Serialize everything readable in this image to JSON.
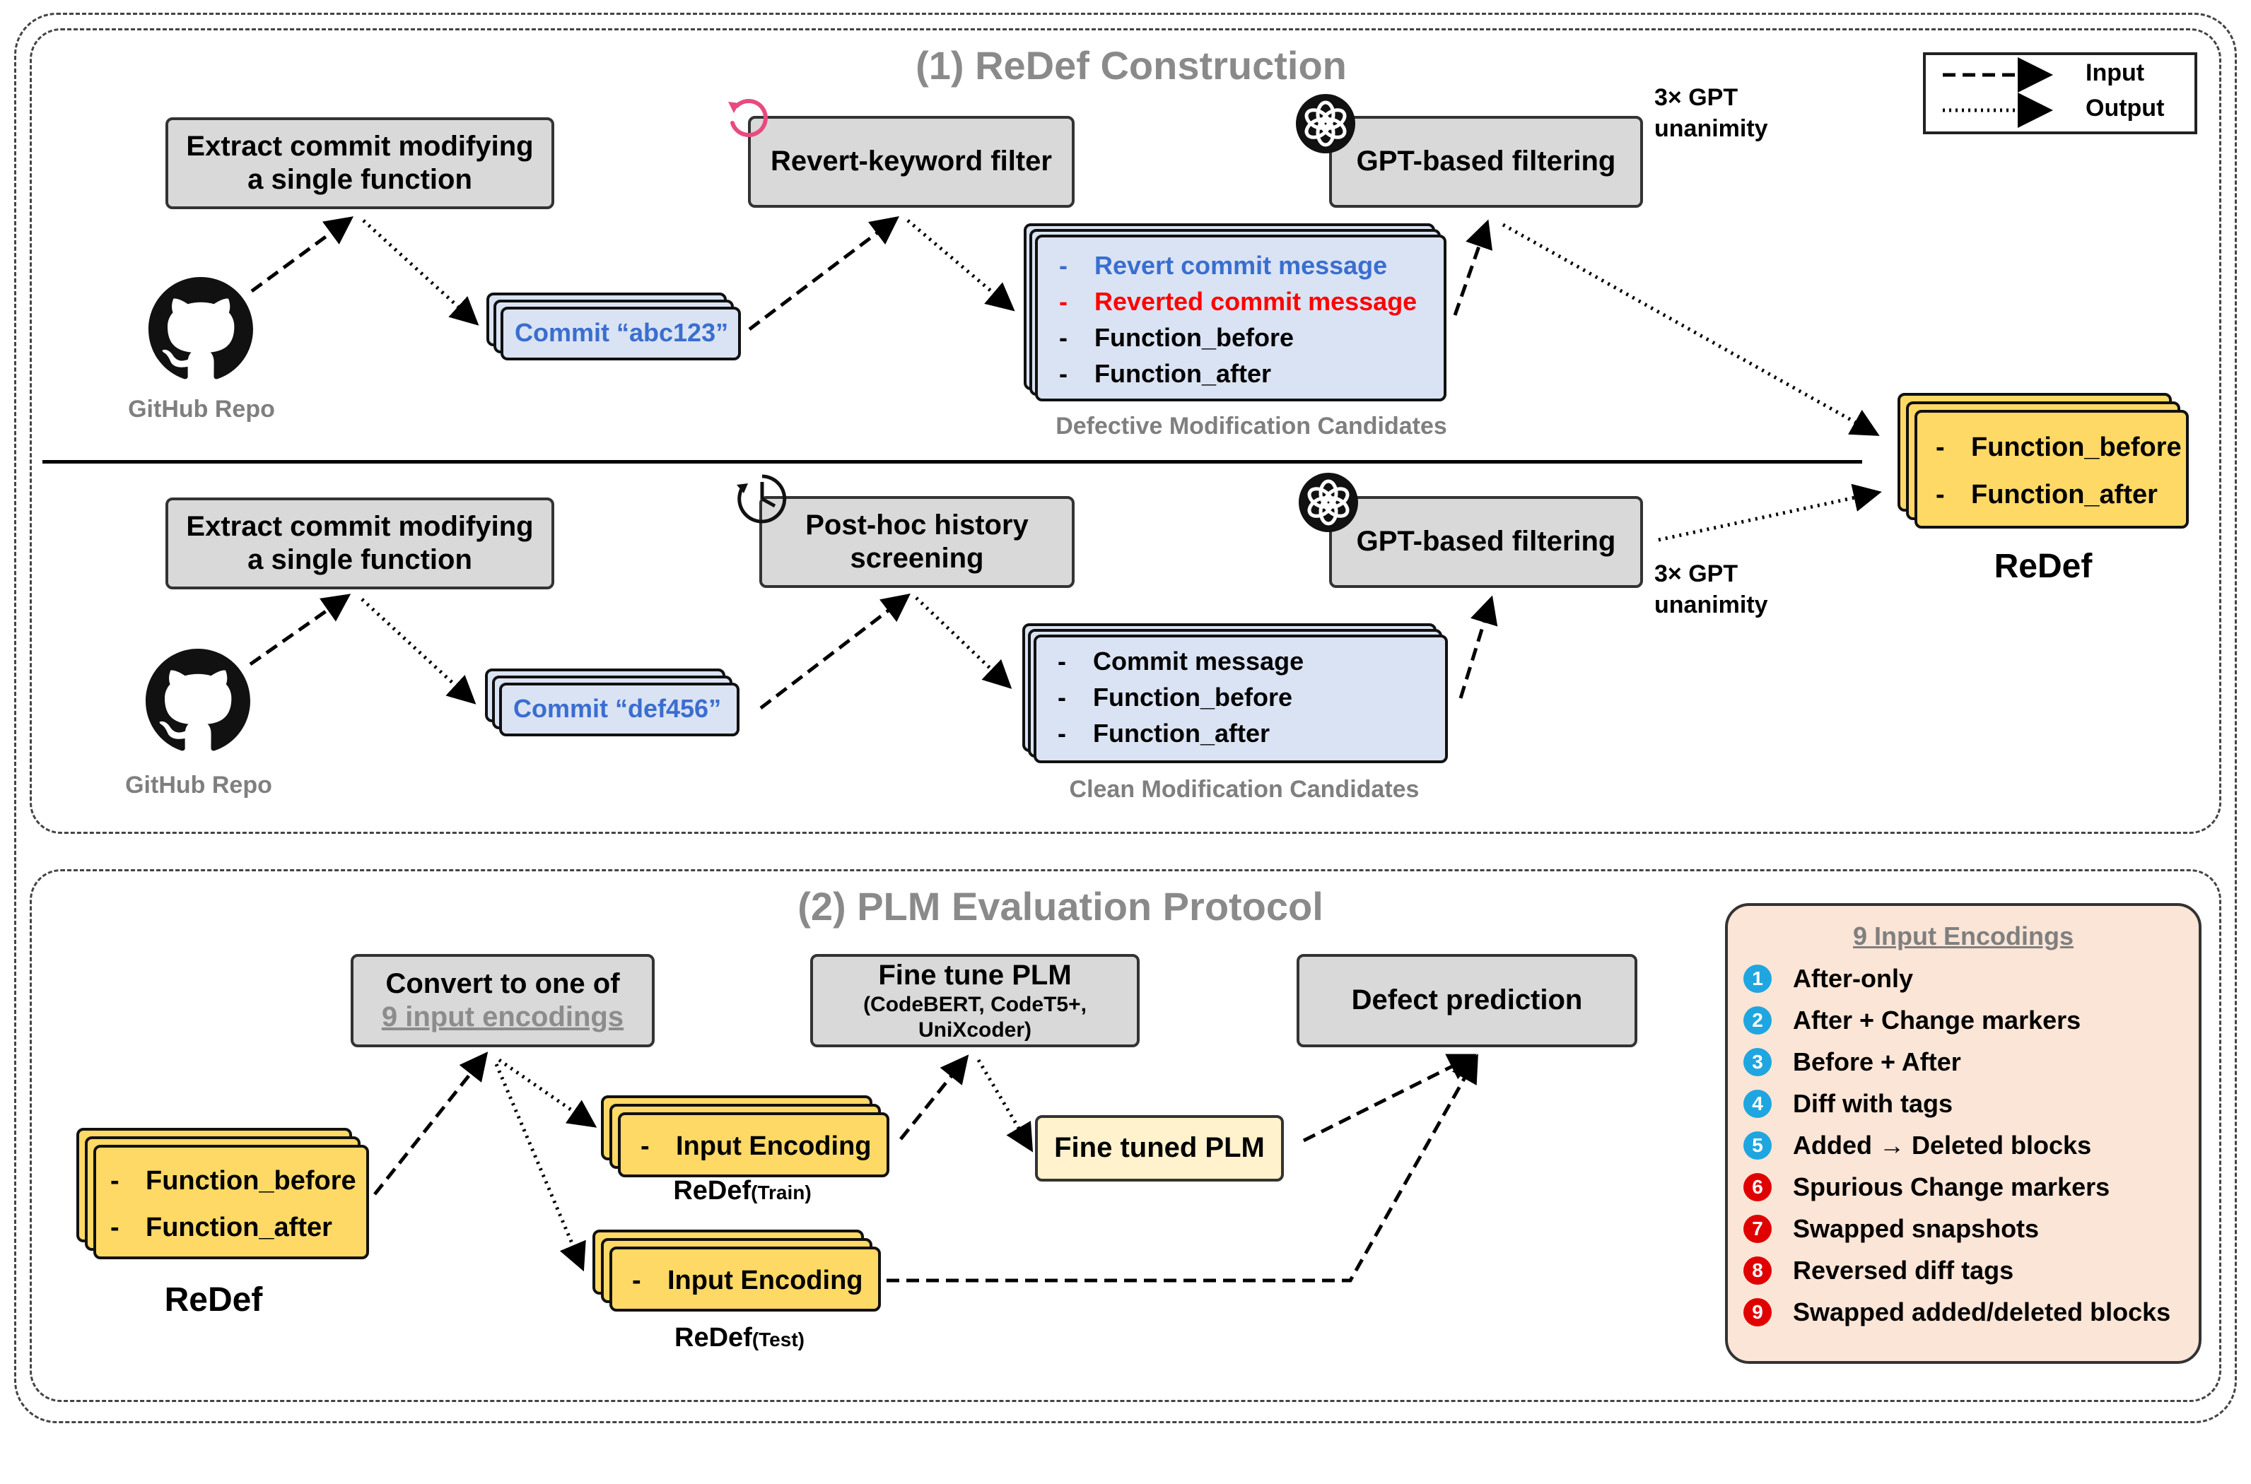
{
  "section1": {
    "title": "(1) ReDef Construction",
    "row1": {
      "extract": [
        "Extract commit modifying",
        "a single function"
      ],
      "github_label": "GitHub Repo",
      "commit": "Commit “abc123”",
      "filter_label": "Revert-keyword filter",
      "candidates": [
        {
          "dash": "-",
          "text": "Revert commit message",
          "color": "#3a6ecf"
        },
        {
          "dash": "-",
          "text": "Reverted commit message",
          "color": "#ff0000"
        },
        {
          "dash": "-",
          "text": "Function_before",
          "color": "#000000"
        },
        {
          "dash": "-",
          "text": "Function_after",
          "color": "#000000"
        }
      ],
      "candidates_caption": "Defective Modification Candidates",
      "gpt_label": "GPT-based filtering",
      "gpt_note": [
        "3× GPT",
        "unanimity"
      ]
    },
    "row2": {
      "extract": [
        "Extract commit modifying",
        "a single function"
      ],
      "github_label": "GitHub Repo",
      "commit": "Commit “def456”",
      "filter_label": [
        "Post-hoc history",
        "screening"
      ],
      "candidates": [
        {
          "dash": "-",
          "text": "Commit message",
          "color": "#000000"
        },
        {
          "dash": "-",
          "text": "Function_before",
          "color": "#000000"
        },
        {
          "dash": "-",
          "text": "Function_after",
          "color": "#000000"
        }
      ],
      "candidates_caption": "Clean Modification Candidates",
      "gpt_label": "GPT-based filtering",
      "gpt_note": [
        "3× GPT",
        "unanimity"
      ]
    },
    "output": {
      "items": [
        {
          "dash": "-",
          "text": "Function_before"
        },
        {
          "dash": "-",
          "text": "Function_after"
        }
      ],
      "label": "ReDef"
    },
    "legend": {
      "input": "Input",
      "output": "Output"
    }
  },
  "section2": {
    "title": "(2) PLM Evaluation Protocol",
    "redef": {
      "items": [
        {
          "dash": "-",
          "text": "Function_before"
        },
        {
          "dash": "-",
          "text": "Function_after"
        }
      ],
      "label": "ReDef"
    },
    "convert": {
      "line1": "Convert to one of",
      "line2": "9 input encodings"
    },
    "train": {
      "item": "Input Encoding",
      "label": "ReDef",
      "sub": "(Train)"
    },
    "test": {
      "item": "Input Encoding",
      "label": "ReDef",
      "sub": "(Test)"
    },
    "finetune": {
      "title": "Fine tune PLM",
      "models": [
        "(CodeBERT, CodeT5+,",
        "UniXcoder)"
      ]
    },
    "tuned": "Fine tuned PLM",
    "predict": "Defect prediction",
    "encodings": {
      "title": "9 Input Encodings",
      "items": [
        {
          "n": "1",
          "text": "After-only",
          "kind": "good"
        },
        {
          "n": "2",
          "text": "After + Change markers",
          "kind": "good"
        },
        {
          "n": "3",
          "text": "Before + After",
          "kind": "good"
        },
        {
          "n": "4",
          "text": "Diff with tags",
          "kind": "good"
        },
        {
          "n": "5",
          "text": "Added → Deleted blocks",
          "kind": "good"
        },
        {
          "n": "6",
          "text": "Spurious Change markers",
          "kind": "bad"
        },
        {
          "n": "7",
          "text": "Swapped snapshots",
          "kind": "bad"
        },
        {
          "n": "8",
          "text": "Reversed diff tags",
          "kind": "bad"
        },
        {
          "n": "9",
          "text": "Swapped added/deleted blocks",
          "kind": "bad"
        }
      ]
    }
  },
  "colors": {
    "blue_text": "#3a6ecf",
    "red_text": "#ff0000",
    "good_badge": "#1fa6e0",
    "bad_badge": "#e00000",
    "box_gray": "#d9d9d9",
    "candidate_blue": "#dae3f3",
    "redef_yellow": "#ffd966",
    "panel_peach": "#fbe5d6"
  },
  "icons": [
    "github-icon",
    "openai-icon",
    "revert-icon",
    "history-icon"
  ]
}
